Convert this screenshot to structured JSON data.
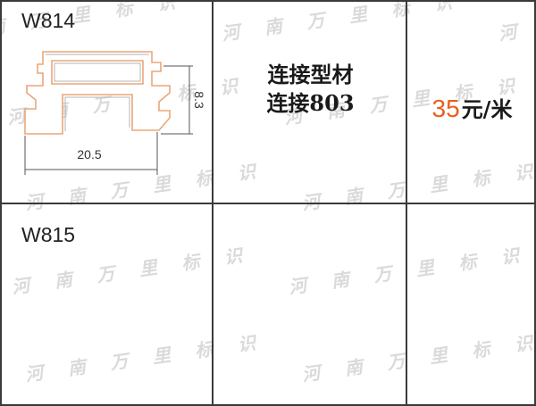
{
  "watermark": {
    "text": "河南万里标识"
  },
  "rows": [
    {
      "model": "W814",
      "drawing": {
        "height_dim": "8.3",
        "width_dim": "20.5"
      },
      "name_line1": "连接型材",
      "name_line2": "连接803",
      "price_value": "35",
      "price_unit": "元/米"
    },
    {
      "model": "W815"
    }
  ],
  "colors": {
    "price": "#e8601c",
    "profile_outline": "#eba678",
    "table_border": "#3a3a3a"
  }
}
